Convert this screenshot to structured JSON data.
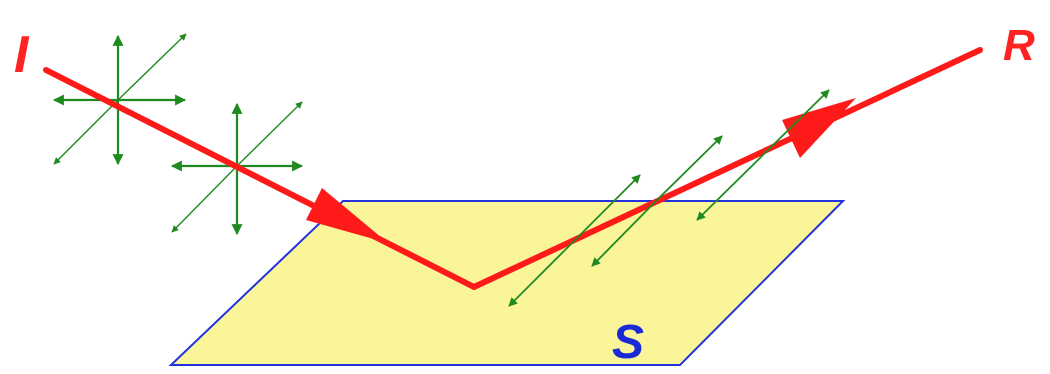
{
  "labels": {
    "incident": "I",
    "reflected": "R",
    "surface": "S"
  },
  "colors": {
    "ray": "#ff1a1a",
    "arrows": "#1f8a1f",
    "plane_fill": "#fbf59a",
    "plane_stroke": "#2233dd",
    "surface_label": "#1a2bd6",
    "ray_labels": "#ff2222"
  }
}
